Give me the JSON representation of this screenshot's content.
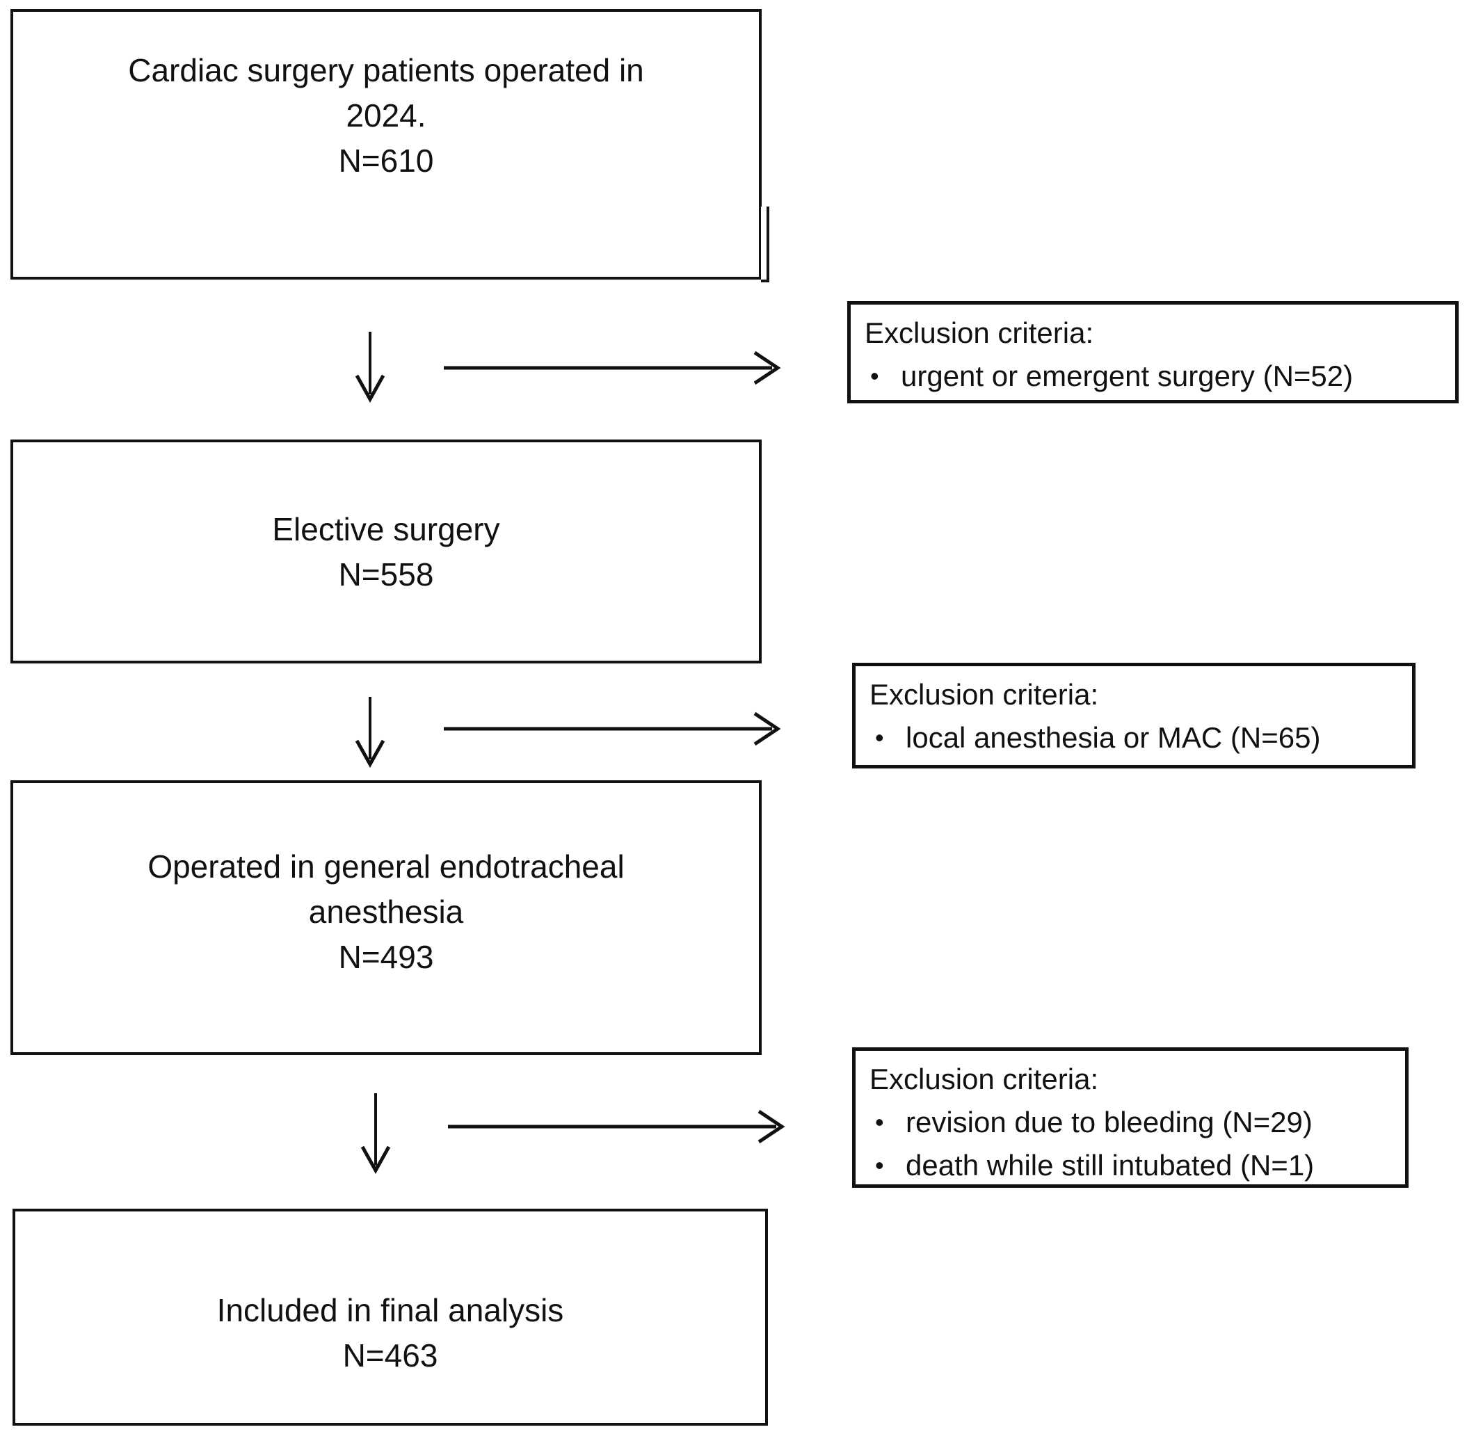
{
  "diagram": {
    "bullet": "•",
    "colors": {
      "ink": "#111111",
      "background": "#ffffff"
    },
    "boxes": [
      {
        "id": "cohort",
        "lines": [
          "Cardiac surgery patients operated in",
          "2024.",
          "N=610"
        ]
      },
      {
        "id": "elective",
        "lines": [
          "Elective surgery",
          "N=558"
        ]
      },
      {
        "id": "anesthesia",
        "lines": [
          "Operated in general endotracheal",
          "anesthesia",
          "N=493"
        ]
      },
      {
        "id": "final",
        "lines": [
          "Included in final analysis",
          "N=463"
        ]
      }
    ],
    "exclusions": [
      {
        "title": "Exclusion criteria:",
        "items": [
          "urgent or emergent surgery (N=52)"
        ]
      },
      {
        "title": "Exclusion criteria:",
        "items": [
          "local anesthesia or MAC (N=65)"
        ]
      },
      {
        "title": "Exclusion criteria:",
        "items": [
          "revision due to bleeding (N=29)",
          "death while still intubated (N=1)"
        ]
      }
    ]
  }
}
